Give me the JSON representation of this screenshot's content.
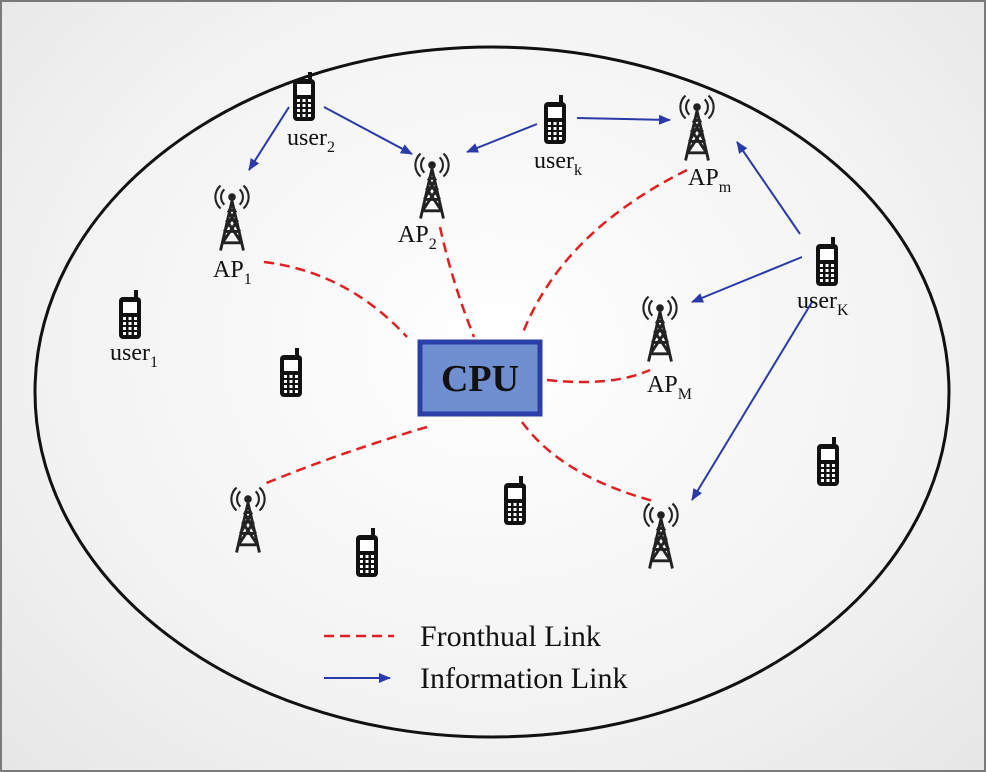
{
  "cpu": {
    "label": "CPU",
    "fill": "#6f8fd0",
    "border": "#2a3fa8"
  },
  "colors": {
    "fronthaul": "#e02020",
    "information": "#2a3aa8"
  },
  "aps": [
    {
      "id": "ap1",
      "main": "AP",
      "sub": "1"
    },
    {
      "id": "ap2",
      "main": "AP",
      "sub": "2"
    },
    {
      "id": "apm",
      "main": "AP",
      "sub": "m"
    },
    {
      "id": "apM",
      "main": "AP",
      "sub": "M"
    },
    {
      "id": "apA",
      "main": "",
      "sub": ""
    },
    {
      "id": "apB",
      "main": "",
      "sub": ""
    }
  ],
  "users": [
    {
      "id": "user2",
      "main": "user",
      "sub": "2"
    },
    {
      "id": "userk",
      "main": "user",
      "sub": "k"
    },
    {
      "id": "userK",
      "main": "user",
      "sub": "K"
    },
    {
      "id": "user1",
      "main": "user",
      "sub": "1"
    },
    {
      "id": "u5",
      "main": "",
      "sub": ""
    },
    {
      "id": "u6",
      "main": "",
      "sub": ""
    },
    {
      "id": "u7",
      "main": "",
      "sub": ""
    },
    {
      "id": "u8",
      "main": "",
      "sub": ""
    }
  ],
  "legend": {
    "fronthaul": "Fronthual Link",
    "information": "Information Link"
  }
}
